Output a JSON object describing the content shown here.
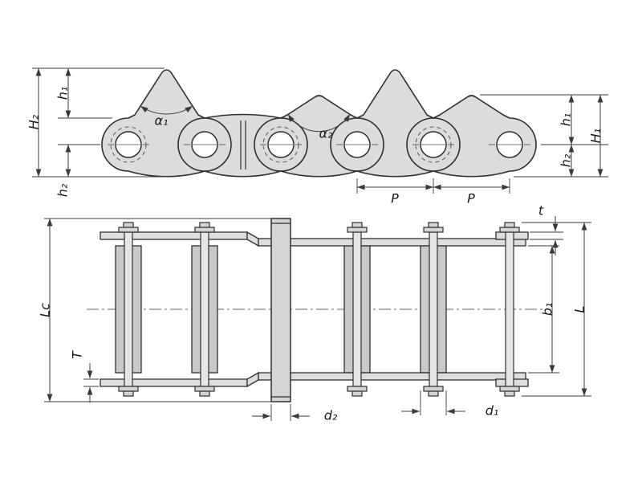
{
  "colors": {
    "line": "#333333",
    "plate_fill": "#dcdcdc",
    "roller_fill": "#c9c9c9",
    "background": "#ffffff"
  },
  "side_view": {
    "dims": {
      "H2": "H₂",
      "h1_left": "h₁",
      "h2_left": "h₂",
      "h1_right": "h₁",
      "h2_right": "h₂",
      "H1": "H₁",
      "pitch_1": "P",
      "pitch_2": "P"
    },
    "angles": {
      "alpha1": "α₁",
      "alpha2": "α₂"
    }
  },
  "plan_view": {
    "dims": {
      "Lc": "Lc",
      "T": "T",
      "t": "t",
      "b1": "b₁",
      "L": "L",
      "d2": "d₂",
      "d1": "d₁"
    }
  }
}
